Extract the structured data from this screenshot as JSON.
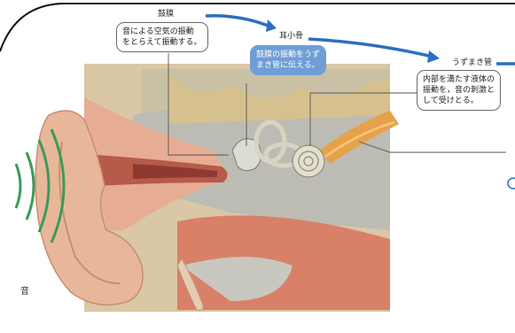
{
  "labels": {
    "eardrum": "鼓膜",
    "ossicles": "耳小骨",
    "cochlea": "うずまき管",
    "sound": "音"
  },
  "descriptions": {
    "eardrum": "音による空気の振動\nをとらえて振動する。",
    "ossicles": "鼓膜の振動をうず\nまき管に伝える。",
    "cochlea": "内部を満たす液体の\n振動を，音の刺激と\nして受けとる。"
  },
  "colors": {
    "flow_arrow": "#2b6fc0",
    "sound_waves": "#3d9a5a",
    "skin": "#e8b79a",
    "bone": "#c8c8c0",
    "nerve": "#e6a24a"
  }
}
